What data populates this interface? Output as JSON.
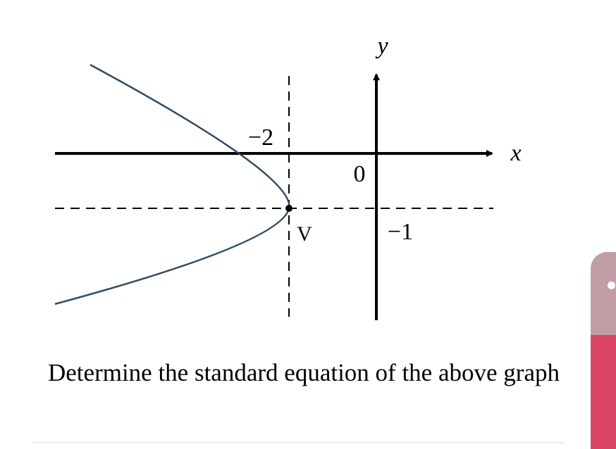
{
  "graph": {
    "x_axis_label": "x",
    "y_axis_label": "y",
    "origin_label": "0",
    "vertical_asymptote_label": "−2",
    "horizontal_line_label": "−1",
    "vertex_label": "V",
    "curve_color": "#2f4a63"
  },
  "question": {
    "text": "Determine the standard equation of the above graph"
  },
  "side_tab": {
    "top_color": "#c19ea5",
    "bottom_color": "#d94562"
  }
}
